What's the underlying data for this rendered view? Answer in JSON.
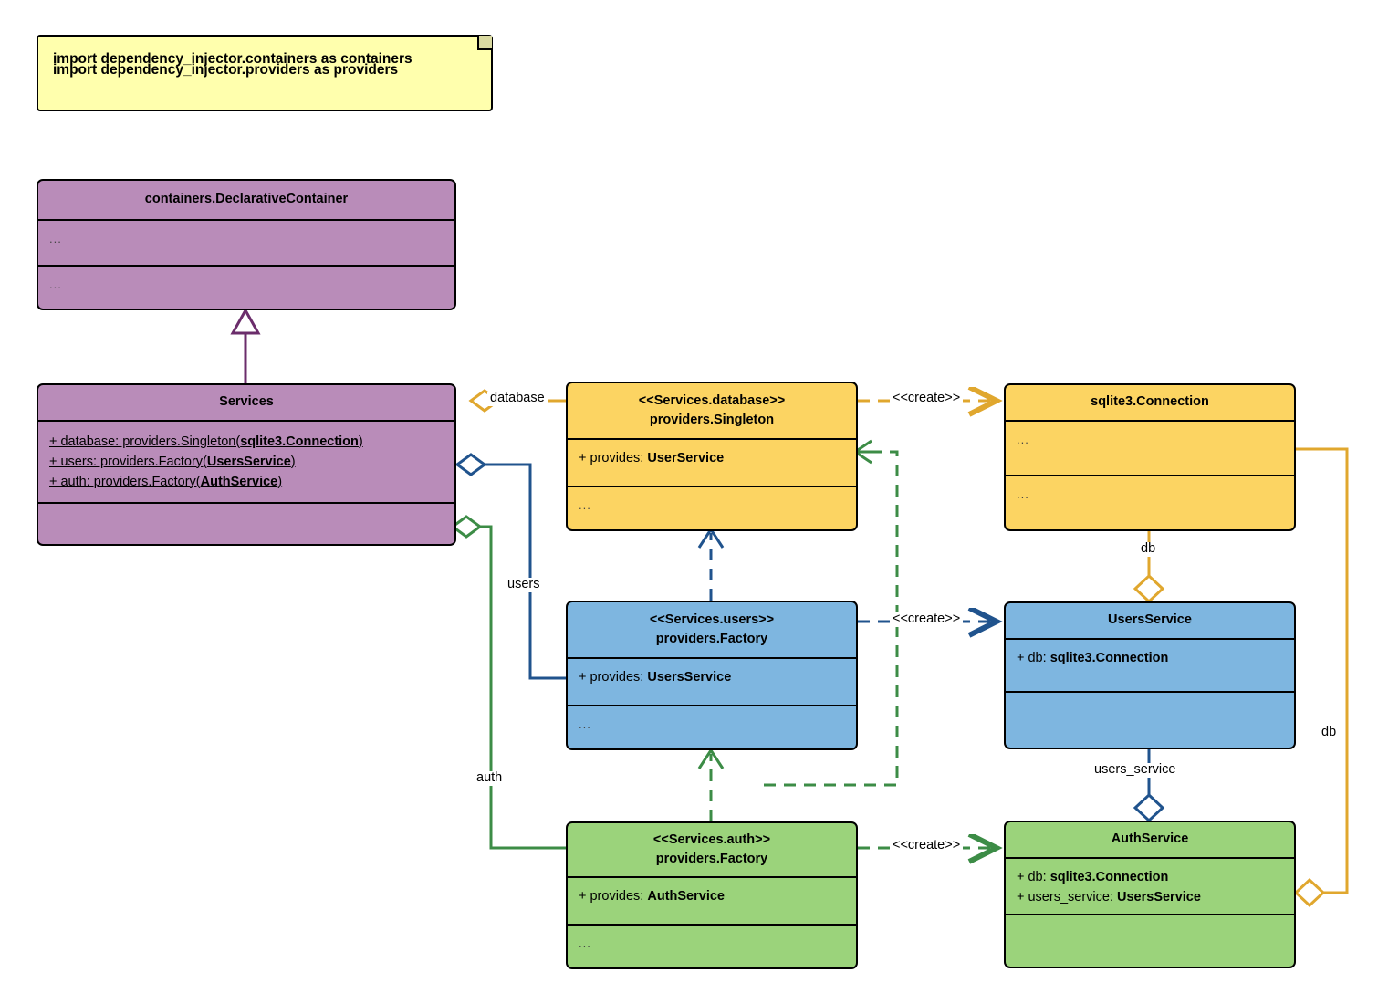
{
  "diagram": {
    "title": "dependency_injector containers UML class diagram",
    "colors": {
      "note_fill": "#ffffad",
      "purple": "#b98cb9",
      "yellow": "#fcd462",
      "blue": "#7eb6e0",
      "green": "#9bd37b",
      "gold_edge": "#e0a72e",
      "blue_edge": "#20538d",
      "green_edge": "#3c8c46",
      "purple_edge": "#6b2d6b",
      "outline": "#000000"
    }
  },
  "note": {
    "line1": "import dependency_injector.containers as containers",
    "line2": "import dependency_injector.providers as providers"
  },
  "classes": {
    "declarative_container": {
      "name": "containers.DeclarativeContainer",
      "attributes": "...",
      "methods": "..."
    },
    "services": {
      "name": "Services",
      "attributes": [
        {
          "visibility": "+",
          "name": "database",
          "type_prefix": "providers.Singleton(",
          "type_bold": "sqlite3.Connection",
          "type_suffix": ")"
        },
        {
          "visibility": "+",
          "name": "users",
          "type_prefix": "providers.Factory(",
          "type_bold": "UsersService",
          "type_suffix": ")"
        },
        {
          "visibility": "+",
          "name": "auth",
          "type_prefix": "providers.Factory(",
          "type_bold": "AuthService",
          "type_suffix": ")"
        }
      ],
      "methods": ""
    },
    "services_database": {
      "stereotype": "<<Services.database>>",
      "name": "providers.Singleton",
      "attribute_label": "+ provides: ",
      "attribute_value": "UserService",
      "methods": "..."
    },
    "sqlite_connection": {
      "name": "sqlite3.Connection",
      "attributes": "...",
      "methods": "..."
    },
    "services_users": {
      "stereotype": "<<Services.users>>",
      "name": "providers.Factory",
      "attribute_label": "+ provides: ",
      "attribute_value": "UsersService",
      "methods": "..."
    },
    "users_service": {
      "name": "UsersService",
      "attribute_label": "+ db: ",
      "attribute_value": "sqlite3.Connection",
      "methods": ""
    },
    "services_auth": {
      "stereotype": "<<Services.auth>>",
      "name": "providers.Factory",
      "attribute_label": "+ provides: ",
      "attribute_value": "AuthService",
      "methods": "..."
    },
    "auth_service": {
      "name": "AuthService",
      "attributes": [
        {
          "label": "+ db: ",
          "value": "sqlite3.Connection"
        },
        {
          "label": "+ users_service: ",
          "value": "UsersService"
        }
      ],
      "methods": ""
    }
  },
  "edge_labels": {
    "database": "database",
    "users": "users",
    "auth": "auth",
    "create_database": "<<create>>",
    "create_users": "<<create>>",
    "create_auth": "<<create>>",
    "db_users_service": "db",
    "db_auth_service": "db",
    "users_service": "users_service"
  }
}
